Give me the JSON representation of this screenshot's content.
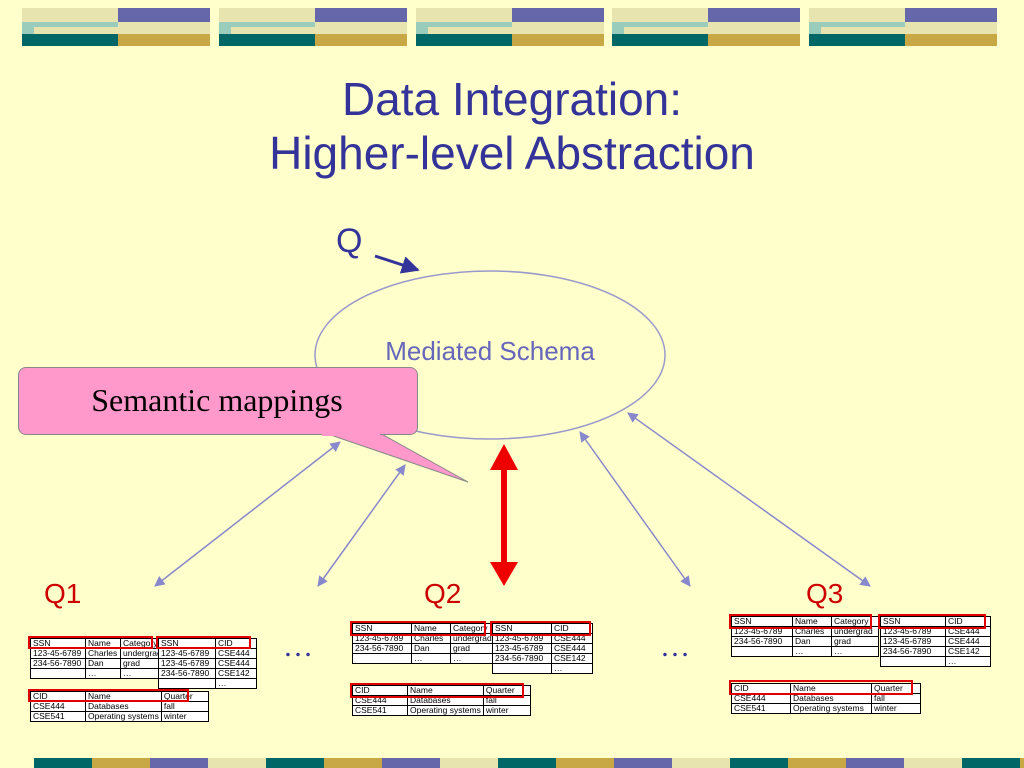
{
  "title": {
    "line1": "Data Integration:",
    "line2": "Higher-level Abstraction"
  },
  "query": {
    "label": "Q"
  },
  "mediated_schema": {
    "label": "Mediated Schema"
  },
  "callout": {
    "text": "Semantic mappings"
  },
  "sources": [
    {
      "label": "Q1"
    },
    {
      "label": "Q2"
    },
    {
      "label": "Q3"
    }
  ],
  "ellipsis": "…",
  "tables": {
    "persons": {
      "rows": [
        [
          "SSN",
          "Name",
          "Category"
        ],
        [
          "123-45-6789",
          "Charles",
          "undergrad"
        ],
        [
          "234-56-7890",
          "Dan",
          "grad"
        ],
        [
          "",
          "…",
          "…"
        ]
      ]
    },
    "enrollment": {
      "rows": [
        [
          "SSN",
          "CID"
        ],
        [
          "123-45-6789",
          "CSE444"
        ],
        [
          "123-45-6789",
          "CSE444"
        ],
        [
          "234-56-7890",
          "CSE142"
        ],
        [
          "",
          "…"
        ]
      ]
    },
    "courses": {
      "rows": [
        [
          "CID",
          "Name",
          "Quarter"
        ],
        [
          "CSE444",
          "Databases",
          "fall"
        ],
        [
          "CSE541",
          "Operating systems",
          "winter"
        ]
      ]
    }
  },
  "colors": {
    "background": "#FFFFCC",
    "title": "#333399",
    "accent_red": "#CC0000",
    "callout_fill": "#FF99CC",
    "ellipse_stroke": "#9999CC",
    "arrow_stroke": "#8888CC",
    "banner_teal": "#006666",
    "banner_gold": "#C8A844",
    "banner_blue": "#6666AA",
    "banner_light": "#E8E4B0",
    "banner_mint": "#99CCBB"
  }
}
